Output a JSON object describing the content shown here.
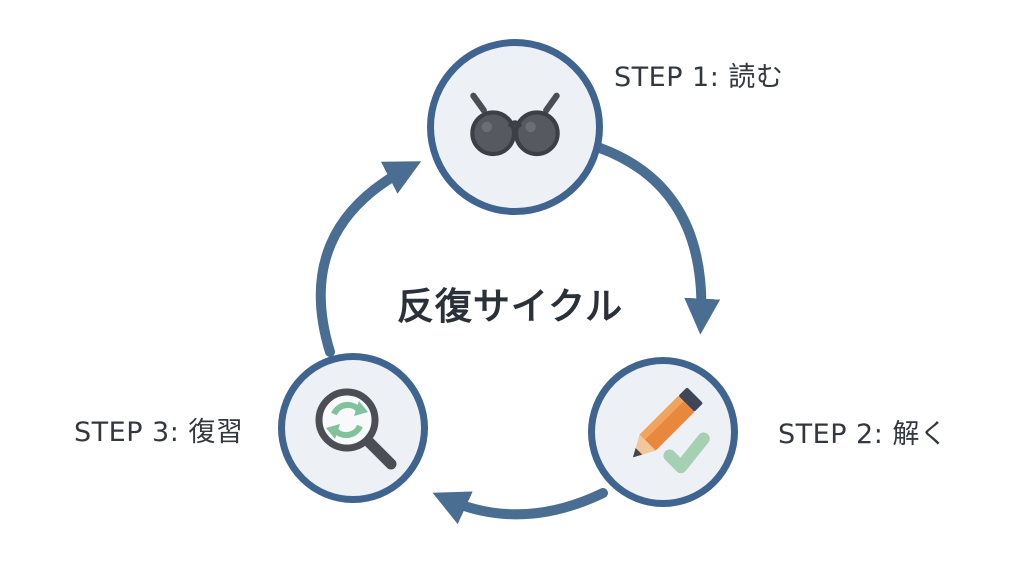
{
  "diagram": {
    "title": "反復サイクル",
    "steps": [
      {
        "id": "step1",
        "label": "STEP 1: 読む",
        "icon": "glasses-icon"
      },
      {
        "id": "step2",
        "label": "STEP 2: 解く",
        "icon": "pencil-check-icon"
      },
      {
        "id": "step3",
        "label": "STEP 3: 復習",
        "icon": "magnifier-refresh-icon"
      }
    ],
    "colors": {
      "node_fill": "#edf1f5",
      "node_border": "#3f6490",
      "arrow": "#4a6d92",
      "title_text": "#2b3138",
      "label_text": "#33383f",
      "icon_dark": "#4b4f55",
      "pencil_orange": "#e8883c",
      "pencil_eraser_navy": "#3d4757",
      "pencil_wood": "#f2c79a",
      "check_green": "#a5d1b2",
      "refresh_green": "#7fc29b"
    }
  }
}
